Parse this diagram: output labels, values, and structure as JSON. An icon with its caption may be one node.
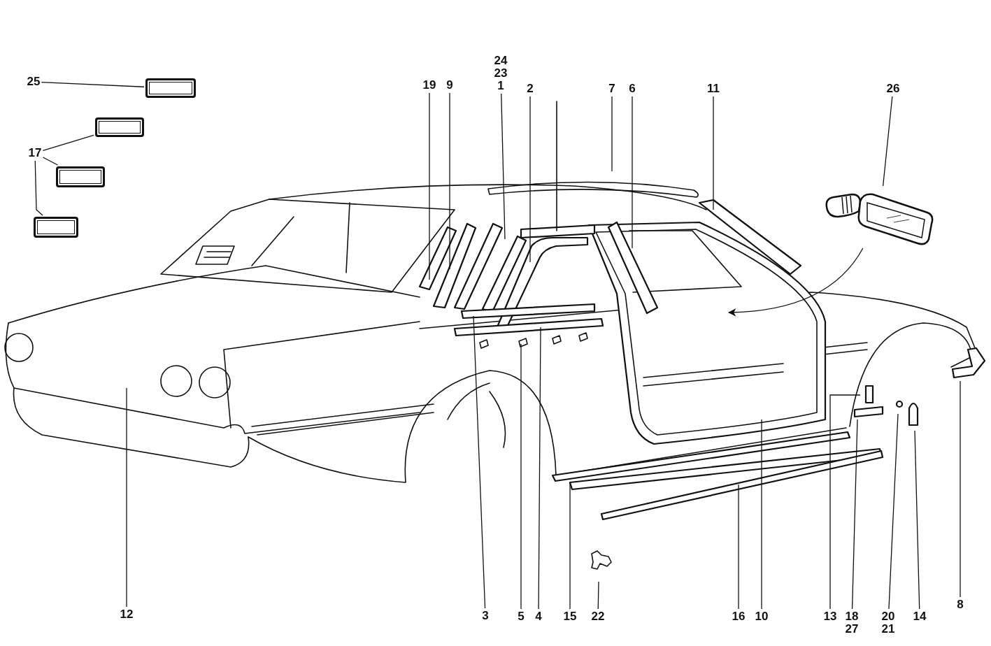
{
  "diagram": {
    "nodes": [
      {
        "text": [
          "25"
        ]
      },
      {
        "text": [],
        "shape": "box"
      },
      {
        "text": [
          "17"
        ]
      },
      {
        "text": [],
        "shape": "box"
      },
      {
        "text": [],
        "shape": "box"
      },
      {
        "text": [],
        "shape": "box"
      },
      {
        "text": [
          "19"
        ]
      },
      {
        "text": [
          "9"
        ]
      },
      {
        "text": [
          "24",
          "23",
          "1"
        ]
      },
      {
        "text": [
          "2"
        ]
      },
      {
        "text": [
          "7"
        ]
      },
      {
        "text": [
          "6"
        ]
      },
      {
        "text": [
          "11"
        ]
      },
      {
        "text": [
          "26"
        ]
      },
      {
        "text": [],
        "shape": "picture"
      },
      {
        "text": [
          "12"
        ]
      },
      {
        "text": [
          "3"
        ]
      },
      {
        "text": [
          "5"
        ]
      },
      {
        "text": [
          "4"
        ]
      },
      {
        "text": [
          "15"
        ]
      },
      {
        "text": [
          "22"
        ]
      },
      {
        "text": [
          "16"
        ]
      },
      {
        "text": [
          "10"
        ]
      },
      {
        "text": [
          "13"
        ]
      },
      {
        "text": [
          "18",
          "27"
        ]
      },
      {
        "text": [
          "20",
          "21"
        ]
      },
      {
        "text": [
          "14"
        ]
      },
      {
        "text": [
          "8"
        ]
      }
    ],
    "edges": [
      {
        "from": 0,
        "to": 1,
        "arrow": "none"
      },
      {
        "from": 2,
        "to": 3,
        "arrow": "none"
      },
      {
        "from": 2,
        "to": 4,
        "arrow": "none"
      },
      {
        "from": 2,
        "to": 5,
        "arrow": "none"
      },
      {
        "from": 6,
        "to": null,
        "arrow": "none"
      },
      {
        "from": 7,
        "to": null,
        "arrow": "none"
      },
      {
        "from": 8,
        "to": null,
        "arrow": "none"
      },
      {
        "from": 9,
        "to": null,
        "arrow": "none"
      },
      {
        "from": 10,
        "to": null,
        "arrow": "none"
      },
      {
        "from": 11,
        "to": null,
        "arrow": "none"
      },
      {
        "from": 12,
        "to": null,
        "arrow": "none"
      },
      {
        "from": 13,
        "to": 14,
        "arrow": "none"
      },
      {
        "from": 15,
        "to": null,
        "arrow": "none"
      },
      {
        "from": 16,
        "to": null,
        "arrow": "none"
      },
      {
        "from": 17,
        "to": null,
        "arrow": "none"
      },
      {
        "from": 18,
        "to": null,
        "arrow": "none"
      },
      {
        "from": 19,
        "to": null,
        "arrow": "none"
      },
      {
        "from": 20,
        "to": null,
        "arrow": "none"
      },
      {
        "from": 21,
        "to": null,
        "arrow": "none"
      },
      {
        "from": 22,
        "to": null,
        "arrow": "none"
      },
      {
        "from": 23,
        "to": null,
        "arrow": "none"
      },
      {
        "from": 24,
        "to": null,
        "arrow": "none"
      },
      {
        "from": 25,
        "to": null,
        "arrow": "none"
      },
      {
        "from": 26,
        "to": null,
        "arrow": "none"
      },
      {
        "from": 27,
        "to": null,
        "arrow": "none"
      },
      {
        "from": 14,
        "to": null,
        "arrow": "to"
      }
    ]
  }
}
